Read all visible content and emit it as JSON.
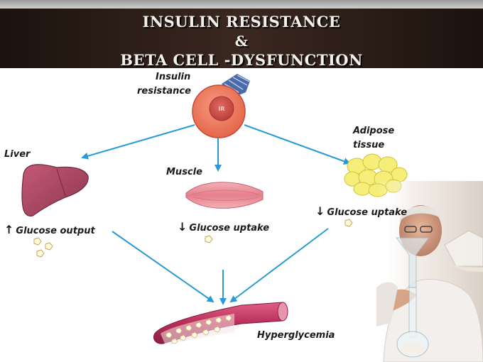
{
  "title": {
    "line1": "INSULIN RESISTANCE",
    "line2": "&",
    "line3": "BETA CELL -DYSFUNCTION"
  },
  "nodes": {
    "cell": {
      "label_line1": "Insulin",
      "label_line2": "resistance",
      "receptor_label": "IR"
    },
    "liver": {
      "label": "Liver",
      "effect_symbol": "↑",
      "effect": "Glucose output"
    },
    "muscle": {
      "label": "Muscle",
      "effect_symbol": "↓",
      "effect": "Glucose uptake"
    },
    "adipose": {
      "label_line1": "Adipose",
      "label_line2": "tissue",
      "effect_symbol": "↓",
      "effect": "Glucose uptake"
    },
    "vessel": {
      "label": "Hyperglycemia"
    }
  },
  "colors": {
    "arrow": "#2a9ad4",
    "cell_outer": "#f07a5e",
    "cell_nucleus": "#d1534a",
    "liver": "#b14a63",
    "muscle": "#e98b96",
    "adipose": "#f3ea6e",
    "vessel": "#c23a62",
    "banner": "#2b1d17"
  }
}
